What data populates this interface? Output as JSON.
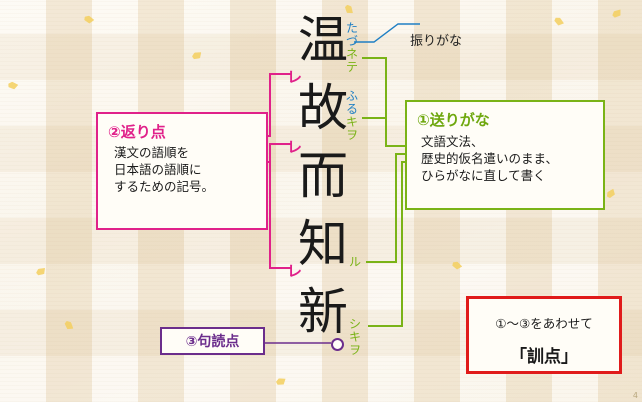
{
  "diagram": {
    "title_text": "温故而知新",
    "kanji_column": [
      "温",
      "故",
      "而",
      "知",
      "新"
    ],
    "furigana": {
      "color": "#1f7fc4",
      "label": "振りがな",
      "readings": [
        "たづネテ",
        "ふるキヲ"
      ],
      "chars_on": [
        "たづ",
        "ネテ",
        "ふる",
        "キヲ"
      ]
    },
    "okurigana": {
      "color": "#7ab317",
      "marks": [
        "ネテ",
        "キヲ",
        "ル",
        "シキヲ"
      ],
      "box": {
        "title": "①送りがな",
        "lines": [
          "文語文法、",
          "歴史的仮名遣いのまま、",
          "ひらがなに直して書く"
        ]
      }
    },
    "kaeriten": {
      "color": "#e0218a",
      "marks": [
        "レ",
        "レ",
        "レ"
      ],
      "box": {
        "title": "②返り点",
        "lines": [
          "漢文の語順を",
          "日本語の語順に",
          "するための記号。"
        ]
      }
    },
    "kutoten": {
      "color": "#6b2d8c",
      "box": {
        "title": "③句読点"
      }
    },
    "kunten": {
      "color": "#e01b1b",
      "line1": "①〜③をあわせて",
      "line2": "「訓点」"
    },
    "page_number": "4"
  }
}
